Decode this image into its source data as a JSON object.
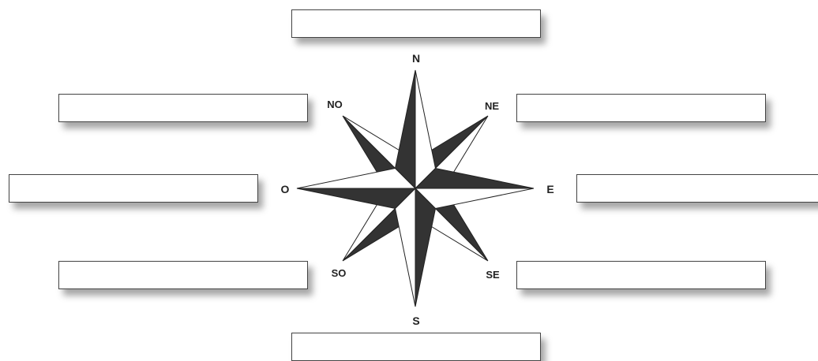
{
  "compass": {
    "labels": {
      "n": "N",
      "ne": "NE",
      "e": "E",
      "se": "SE",
      "s": "S",
      "so": "SO",
      "o": "O",
      "no": "NO"
    }
  },
  "answer_boxes": {
    "n": "",
    "ne": "",
    "e": "",
    "se": "",
    "s": "",
    "so": "",
    "o": "",
    "no": ""
  },
  "colors": {
    "dark_fill": "#333333",
    "light_fill": "#ffffff",
    "stroke": "#222222"
  }
}
